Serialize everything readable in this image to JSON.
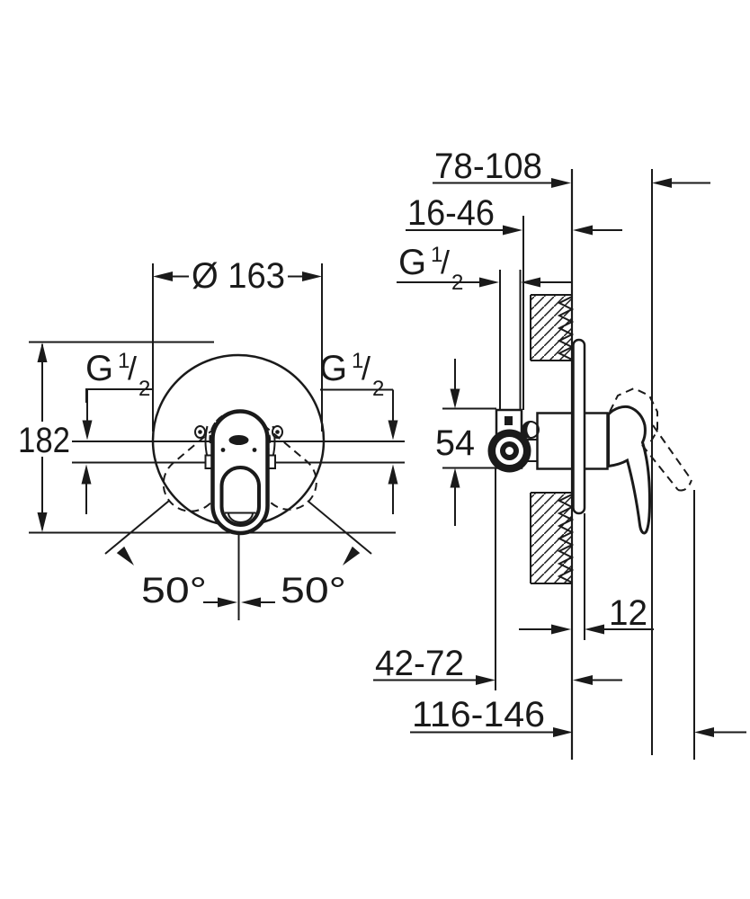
{
  "document": {
    "type": "technical dimension drawing",
    "product": "concealed single-lever shower mixer trim with round escutcheon",
    "views": [
      "front view",
      "wall cross-section side view"
    ],
    "units": "mm"
  },
  "colors": {
    "ink": "#1a1a1a",
    "paper": "#ffffff"
  },
  "thread": {
    "letter": "G",
    "numerator": "1",
    "slash": "/",
    "denominator": "2"
  },
  "front_view": {
    "diameter": "Ø 163",
    "height": "182",
    "swing_left": "50°",
    "swing_right": "50°"
  },
  "side_view": {
    "install_depth": "78-108",
    "pipe_inset": "16-46",
    "port_spacing": "54",
    "plate_thickness": "12",
    "pipe_to_wall": "42-72",
    "overall_depth": "116-146"
  }
}
